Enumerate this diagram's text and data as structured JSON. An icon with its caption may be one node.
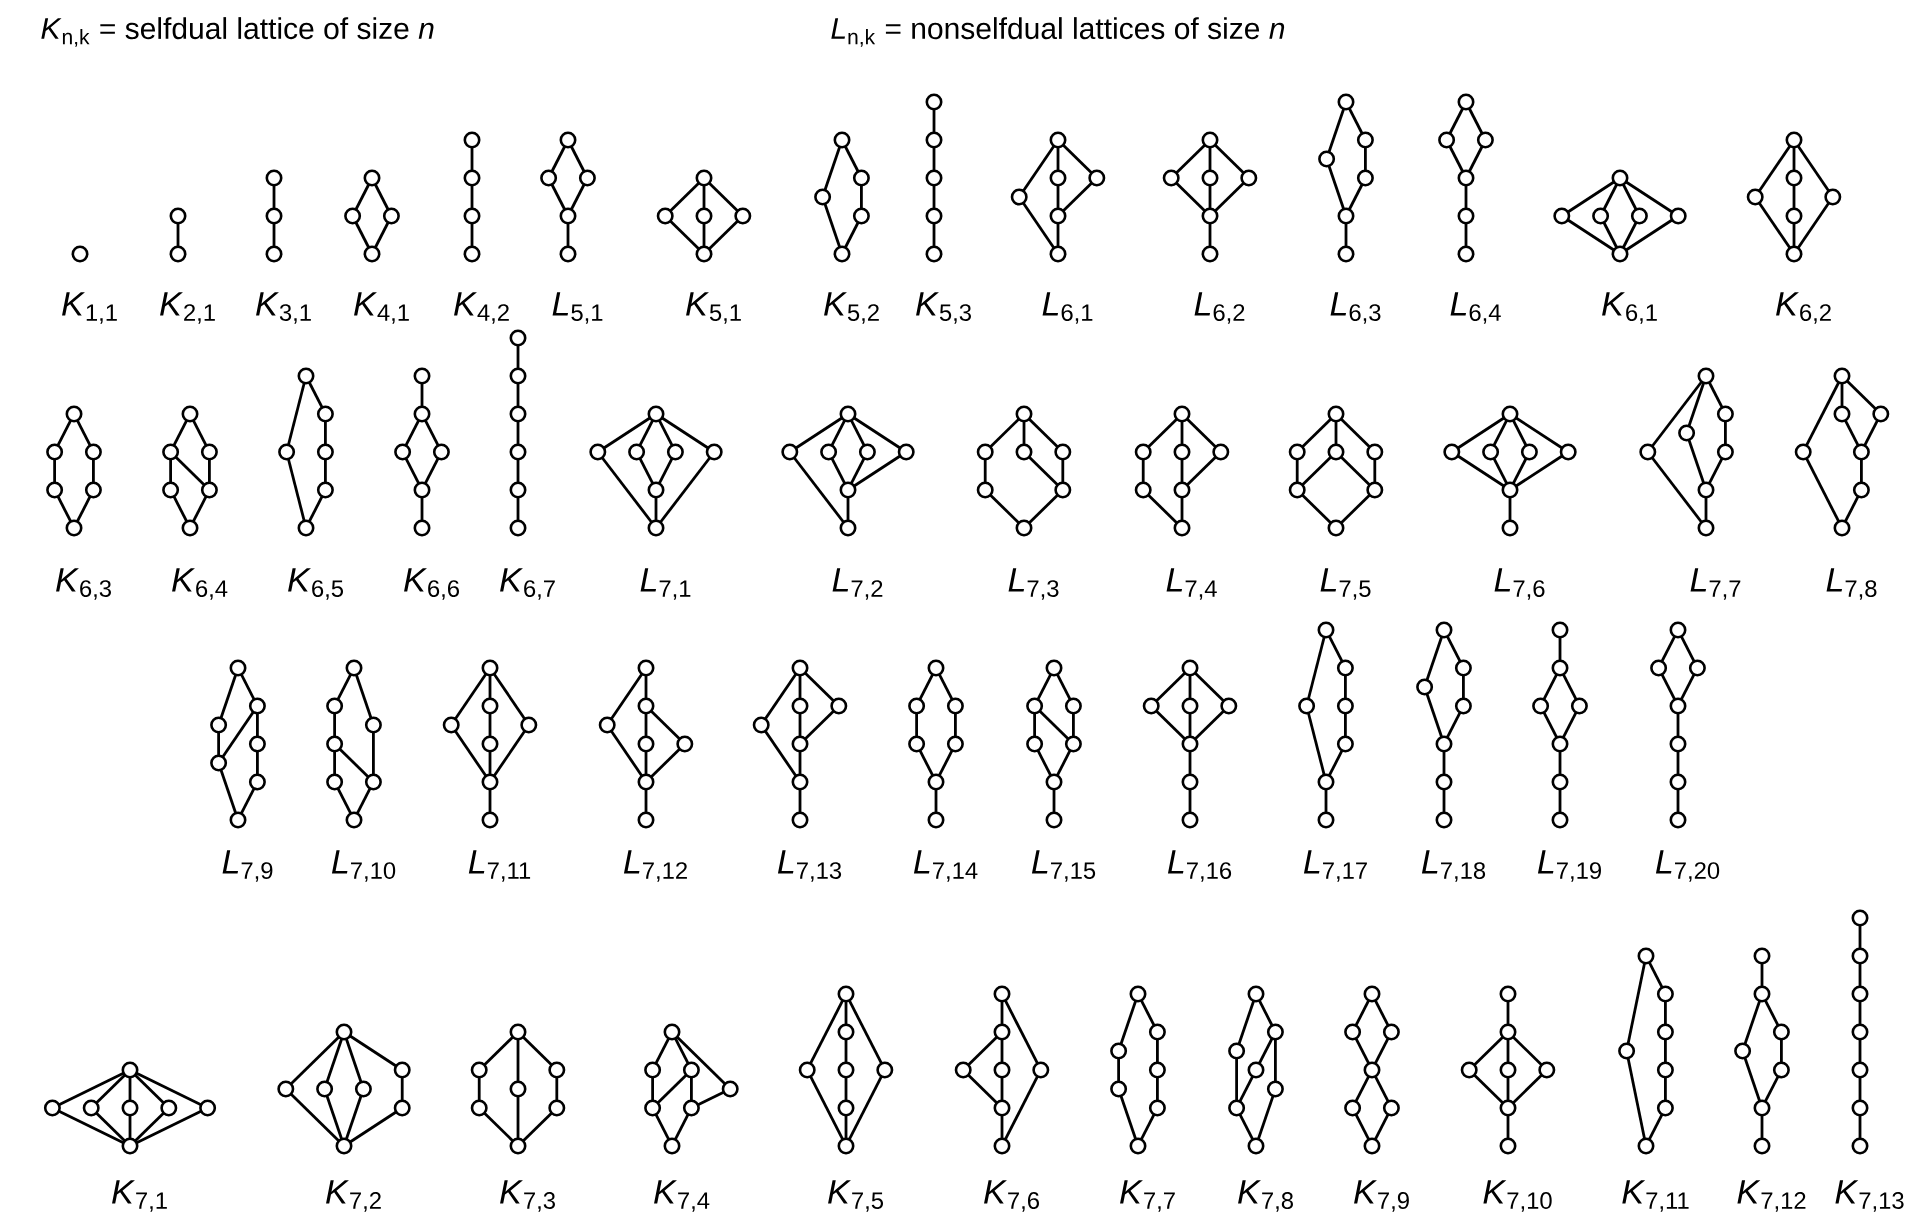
{
  "diagram": {
    "labels": [
      "*K*$_{n,k}$ = selfdual lattice of size *n*",
      "*L*$_{n,k}$ = nonselfdual lattices of size *n*",
      "*K*$_{1,1}$",
      "*K*$_{2,1}$",
      "*K*$_{3,1}$",
      "*K*$_{4,1}$",
      "*K*$_{4,2}$",
      "*L*$_{5,1}$",
      "*K*$_{5,1}$",
      "*K*$_{5,2}$",
      "*K*$_{5,3}$",
      "*L*$_{6,1}$",
      "*L*$_{6,2}$",
      "*L*$_{6,3}$",
      "*L*$_{6,4}$",
      "*K*$_{6,1}$",
      "*K*$_{6,2}$",
      "*K*$_{6,3}$",
      "*K*$_{6,4}$",
      "*K*$_{6,5}$",
      "*K*$_{6,6}$",
      "*K*$_{6,7}$",
      "*L*$_{7,1}$",
      "*L*$_{7,2}$",
      "*L*$_{7,3}$",
      "*L*$_{7,4}$",
      "*L*$_{7,5}$",
      "*L*$_{7,6}$",
      "*L*$_{7,7}$",
      "*L*$_{7,8}$",
      "*L*$_{7,9}$",
      "*L*$_{7,10}$",
      "*L*$_{7,11}$",
      "*L*$_{7,12}$",
      "*L*$_{7,13}$",
      "*L*$_{7,14}$",
      "*L*$_{7,15}$",
      "*L*$_{7,16}$",
      "*L*$_{7,17}$",
      "*L*$_{7,18}$",
      "*L*$_{7,19}$",
      "*L*$_{7,20}$",
      "*K*$_{7,1}$",
      "*K*$_{7,2}$",
      "*K*$_{7,3}$",
      "*K*$_{7,4}$",
      "*K*$_{7,5}$",
      "*K*$_{7,6}$",
      "*K*$_{7,7}$",
      "*K*$_{7,8}$",
      "*K*$_{7,9}$",
      "*K*$_{7,10}$",
      "*K*$_{7,11}$",
      "*K*$_{7,12}$",
      "*K*$_{7,13}$"
    ]
  }
}
